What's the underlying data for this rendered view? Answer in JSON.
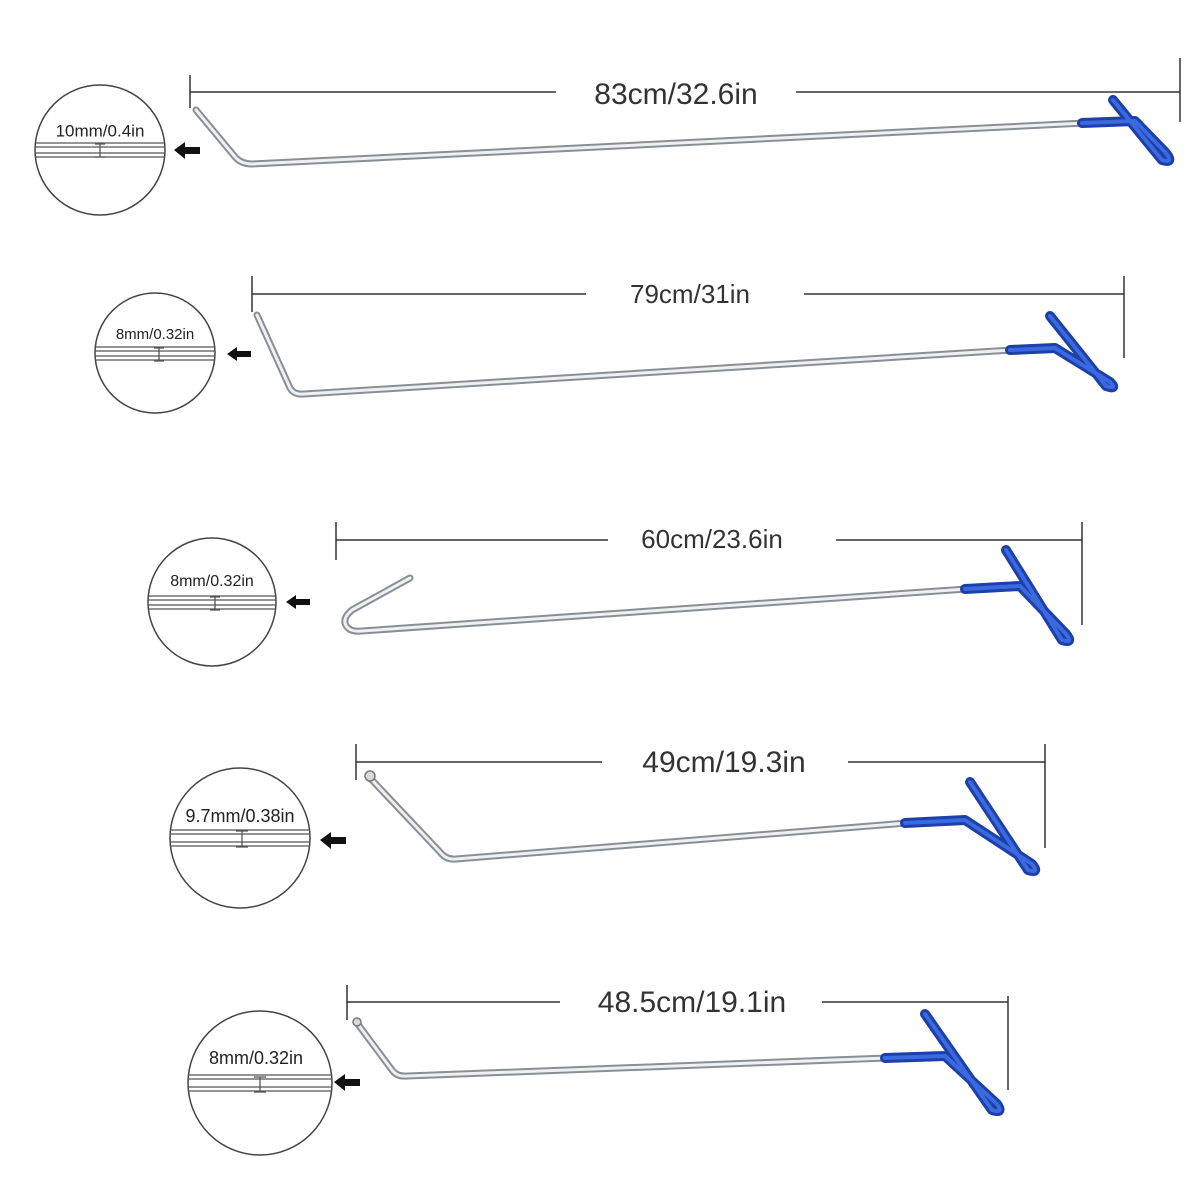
{
  "tools": [
    {
      "length": "83cm/32.6in",
      "diameter": "10mm/0.4in"
    },
    {
      "length": "79cm/31in",
      "diameter": "8mm/0.32in"
    },
    {
      "length": "60cm/23.6in",
      "diameter": "8mm/0.32in"
    },
    {
      "length": "49cm/19.3in",
      "diameter": "9.7mm/0.38in"
    },
    {
      "length": "48.5cm/19.1in",
      "diameter": "8mm/0.32in"
    }
  ],
  "colors": {
    "handle": "#2a55d0",
    "rod": "#c8ccd0"
  }
}
